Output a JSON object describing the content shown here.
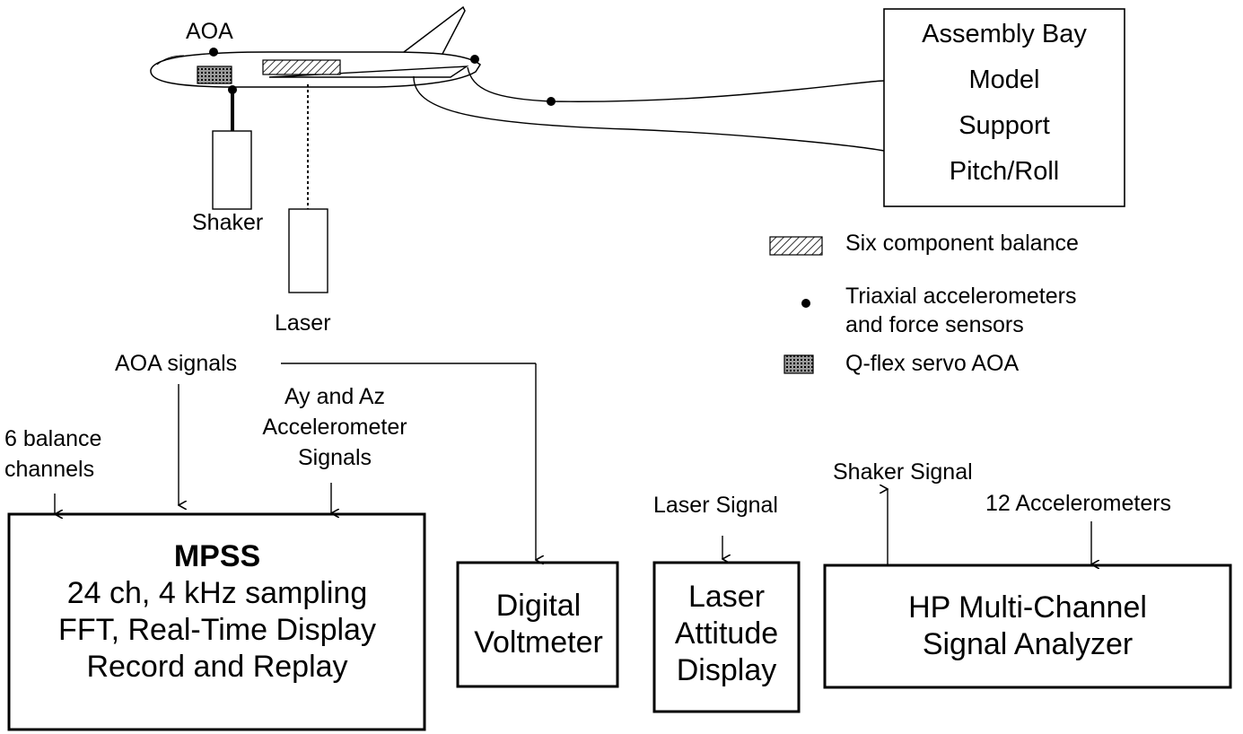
{
  "aircraft": {
    "aoa_label": "AOA",
    "shaker_label": "Shaker",
    "laser_label": "Laser"
  },
  "support_box": {
    "lines": [
      "Assembly Bay",
      "Model",
      "Support",
      "Pitch/Roll"
    ]
  },
  "legend": {
    "balance": "Six component balance",
    "accel_line1": "Triaxial accelerometers",
    "accel_line2": "and force sensors",
    "qflex": "Q-flex servo AOA"
  },
  "signals": {
    "aoa": "AOA signals",
    "ay_az": [
      "Ay and Az",
      "Accelerometer",
      "Signals"
    ],
    "balance_channels": [
      "6 balance",
      "channels"
    ],
    "shaker": "Shaker Signal",
    "laser": "Laser Signal",
    "accelerometers12": "12 Accelerometers"
  },
  "boxes": {
    "mpss": {
      "title": "MPSS",
      "lines": [
        "24 ch, 4 kHz sampling",
        "FFT, Real-Time Display",
        "Record and Replay"
      ]
    },
    "voltmeter": [
      "Digital",
      "Voltmeter"
    ],
    "laser_display": [
      "Laser",
      "Attitude",
      "Display"
    ],
    "analyzer": [
      "HP Multi-Channel",
      "Signal Analyzer"
    ]
  }
}
